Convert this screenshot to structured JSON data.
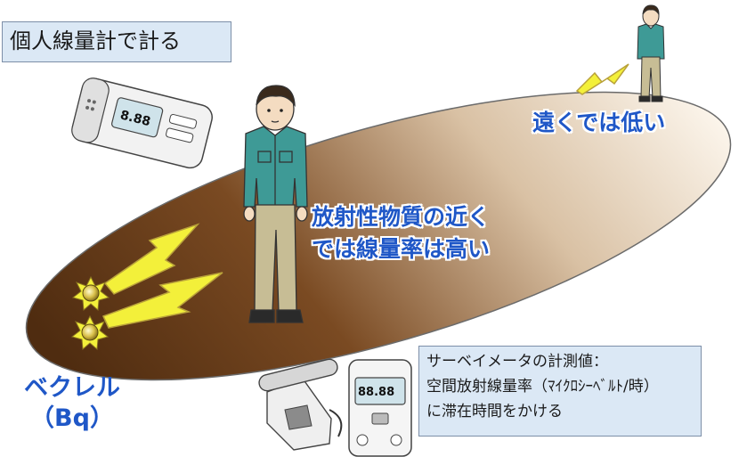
{
  "title": "個人線量計で計る",
  "far_label": "遠くでは低い",
  "near_label": {
    "line1": "放射性物質の近く",
    "line2": "では線量率は高い"
  },
  "source_label": {
    "line1": "ベクレル",
    "line2": "（Bq）"
  },
  "survey_meter_note": {
    "line1": "サーベイメータの計測値：",
    "line2": "空間放射線量率（ﾏｲｸﾛｼｰﾍﾞﾙﾄ/時）",
    "line3": "に滞在時間をかける"
  },
  "dosimeter_display": "8.88",
  "meter_display": "88.88",
  "colors": {
    "label_blue": "#1f57c7",
    "box_fill": "#dbe8f5",
    "ground_dark": "#5a3416",
    "ground_light": "#fbf4ea",
    "radiation_yellow": "#f3f03a",
    "shirt_green": "#3e9a96",
    "pants_beige": "#c7bd95"
  },
  "icons": [
    "dosimeter-icon",
    "survey-meter-icon",
    "radiation-source-icon",
    "radiation-ray-icon",
    "worker-figure-icon"
  ]
}
